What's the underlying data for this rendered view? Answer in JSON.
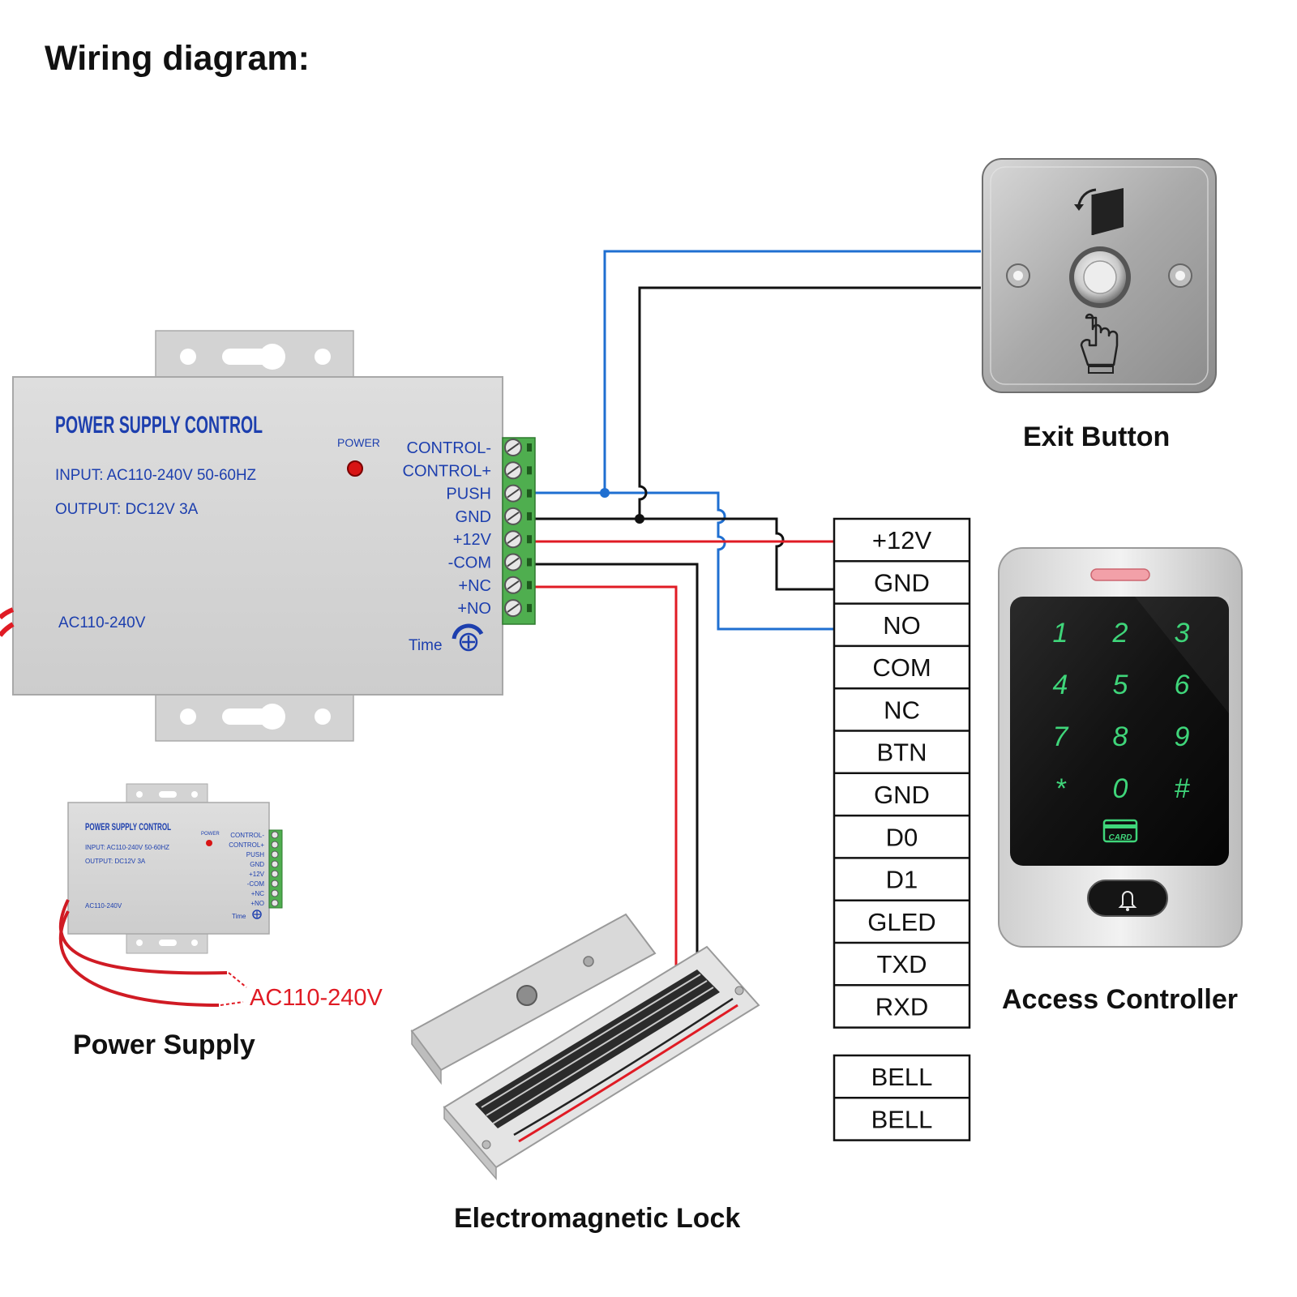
{
  "title": "Wiring diagram:",
  "power_supply_unit": {
    "brand_label": "POWER SUPPLY CONTROL",
    "input_label": "INPUT: AC110-240V 50-60HZ",
    "output_label": "OUTPUT: DC12V  3A",
    "power_led_label": "POWER",
    "mains_label": "AC110-240V",
    "time_label": "Time",
    "terminals": [
      "CONTROL-",
      "CONTROL+",
      "PUSH",
      "GND",
      "+12V",
      "-COM",
      "+NC",
      "+NO"
    ]
  },
  "small_power_supply": {
    "brand_label": "POWER SUPPLY CONTROL",
    "input_label": "INPUT: AC110-240V 50-60HZ",
    "output_label": "OUTPUT: DC12V  3A",
    "power_led_label": "POWER",
    "mains_label": "AC110-240V",
    "time_label": "Time",
    "terminals": [
      "CONTROL-",
      "CONTROL+",
      "PUSH",
      "GND",
      "+12V",
      "-COM",
      "+NC",
      "+NO"
    ],
    "ac_input_annotation": "AC110-240V",
    "caption": "Power Supply"
  },
  "exit_button": {
    "caption": "Exit Button"
  },
  "controller_terminals": {
    "main": [
      "+12V",
      "GND",
      "NO",
      "COM",
      "NC",
      "BTN",
      "GND",
      "D0",
      "D1",
      "GLED",
      "TXD",
      "RXD"
    ],
    "bell": [
      "BELL",
      "BELL"
    ]
  },
  "access_controller": {
    "keys": [
      "1",
      "2",
      "3",
      "4",
      "5",
      "6",
      "7",
      "8",
      "9",
      "*",
      "0",
      "#"
    ],
    "card_label": "CARD",
    "caption": "Access Controller"
  },
  "lock": {
    "caption": "Electromagnetic Lock"
  },
  "colors": {
    "wire_blue": "#1f6fd1",
    "wire_red": "#e01b24",
    "wire_black": "#111111",
    "label_blue": "#1d3fae",
    "keypad_green": "#3fd67a",
    "terminal_green": "#4fae4f",
    "annotation_red": "#e01b24"
  }
}
